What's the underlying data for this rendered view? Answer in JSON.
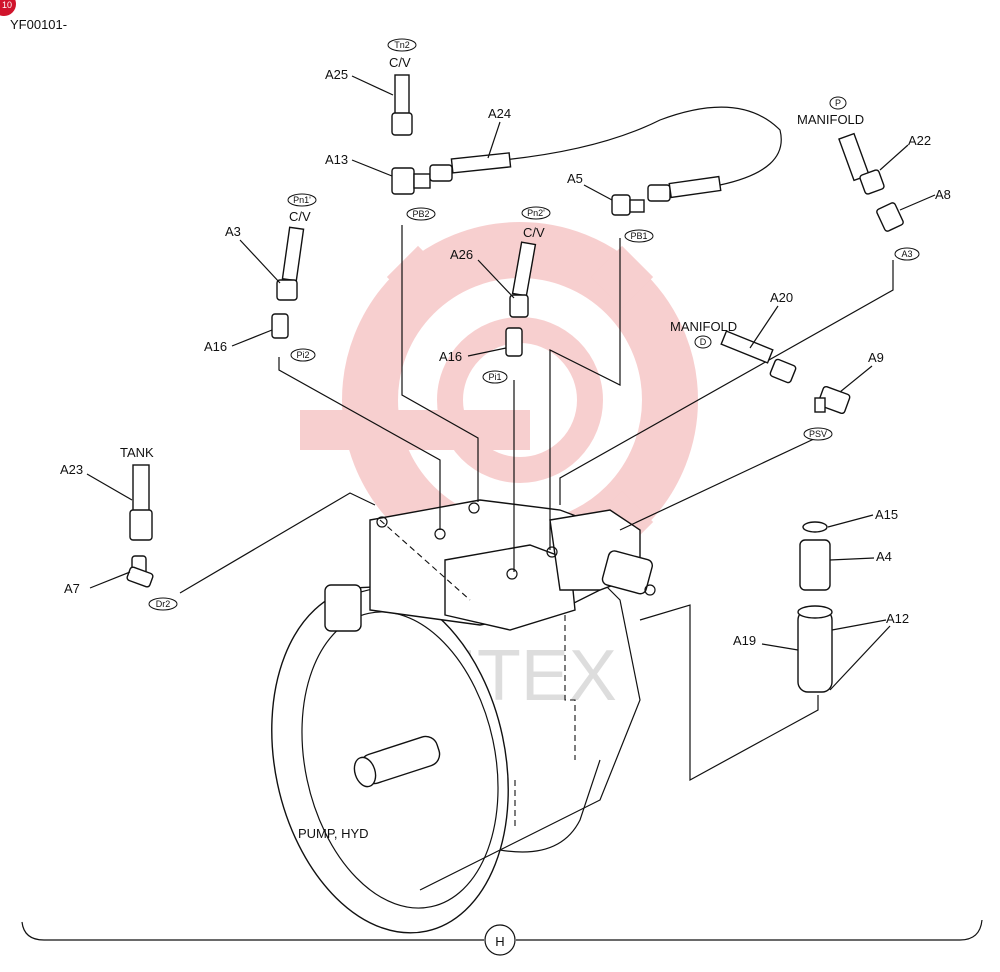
{
  "header": {
    "drawing_code": "YF00101-",
    "corner_badge": "10"
  },
  "callouts": {
    "A25": "A25",
    "A24": "A24",
    "A13": "A13",
    "A5": "A5",
    "A22": "A22",
    "A8": "A8",
    "A3": "A3",
    "A26": "A26",
    "A16a": "A16",
    "A16b": "A16",
    "A20": "A20",
    "A9": "A9",
    "A23": "A23",
    "A7": "A7",
    "A15": "A15",
    "A4": "A4",
    "A12": "A12",
    "A19": "A19"
  },
  "port_tags": {
    "tn2": "Tn2",
    "pb2": "PB2",
    "pn1": "Pn1'",
    "pn2": "Pn2'",
    "pb1": "PB1",
    "p": "P",
    "a3": "A3",
    "pi2": "Pi2",
    "pi1": "Pi1",
    "d": "D",
    "psv": "PSV",
    "dr2": "Dr2"
  },
  "texts": {
    "cv1": "C/V",
    "cv2": "C/V",
    "cv3": "C/V",
    "manifold1": "MANIFOLD",
    "manifold2": "MANIFOLD",
    "tank": "TANK",
    "pump": "PUMP, HYD",
    "section": "H",
    "watermark": "ИНТЕХ"
  },
  "colors": {
    "line": "#111111",
    "watermark": "#f2a8a8",
    "badge": "#d0142c"
  }
}
